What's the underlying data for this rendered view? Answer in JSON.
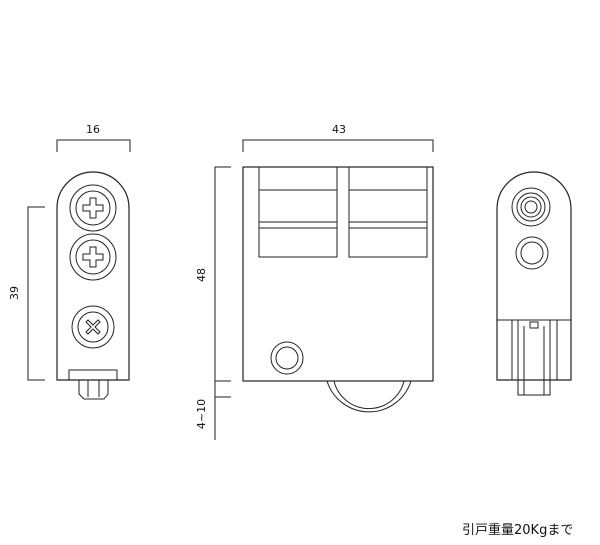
{
  "dimensions": {
    "side_width": "16",
    "front_width": "43",
    "side_height": "39",
    "front_height": "48",
    "wheel_adjust": "4~10"
  },
  "note": "引戸重量20Kgまで"
}
